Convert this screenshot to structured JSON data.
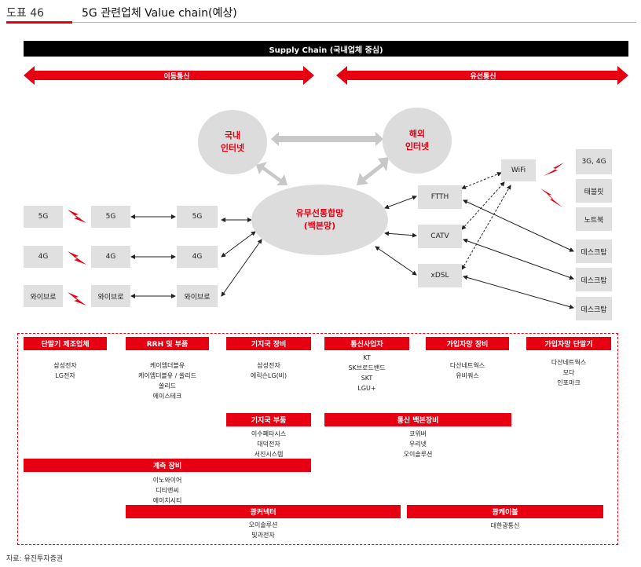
{
  "header": {
    "tag": "도표 46",
    "title": "5G 관련업체 Value chain(예상)"
  },
  "supply_chain": "Supply Chain (국내업체 중심)",
  "arrows": {
    "mobile": "이동통신",
    "wired": "유선통신"
  },
  "colors": {
    "accent": "#e60012",
    "node": "#e0e0e0",
    "circle": "#dcdcdc"
  },
  "circles": {
    "domestic": "국내\n인터넷",
    "overseas": "해외\n인터넷",
    "center": "유무선통합망\n(백본망)"
  },
  "left_rows": [
    {
      "a": "5G",
      "b": "5G",
      "c": "5G"
    },
    {
      "a": "4G",
      "b": "4G",
      "c": "4G"
    },
    {
      "a": "와이브로",
      "b": "와이브로",
      "c": "와이브로"
    }
  ],
  "wired_nodes": [
    "FTTH",
    "CATV",
    "xDSL"
  ],
  "wifi": "WiFi",
  "devices": [
    "3G, 4G",
    "태블릿",
    "노트북",
    "데스크탑",
    "데스크탑",
    "데스크탑"
  ],
  "categories": [
    {
      "title": "단말기 제조업체",
      "items": [
        "삼성전자",
        "LG전자"
      ]
    },
    {
      "title": "RRH 및 부품",
      "items": [
        "케이엠더블유",
        "쏠리드",
        "에이스테크"
      ]
    },
    {
      "title": "기지국 장비",
      "items": [
        "삼성전자",
        "에릭슨LG(비)"
      ]
    },
    {
      "title": "통신사업자",
      "items": [
        "KT",
        "SK브로드밴드",
        "SKT",
        "LGU+"
      ]
    },
    {
      "title": "가입자망 장비",
      "items": [
        "다산네트웍스",
        "유비쿼스"
      ]
    },
    {
      "title": "가입자망 단말기",
      "items": [
        "다산네트웍스",
        "모다",
        "인포마크"
      ]
    }
  ],
  "rrh_extra": "케이엠더블유 / 쏠리드",
  "base_parts": {
    "title": "기지국 부품",
    "items": [
      "이수페타시스",
      "대덕전자",
      "서진시스템"
    ]
  },
  "backbone": {
    "title": "통신 백본장비",
    "items": [
      "코위버",
      "우리넷",
      "오이솔루션"
    ]
  },
  "measure": {
    "title": "계측 장비",
    "items": [
      "이노와이어",
      "디티앤씨",
      "에이치시티"
    ]
  },
  "connector": {
    "title": "광커넥터",
    "items": [
      "오이솔루션",
      "빛과전자"
    ]
  },
  "cable": {
    "title": "광케이블",
    "items": [
      "대한광통신"
    ]
  },
  "source": "자료: 유진투자증권"
}
